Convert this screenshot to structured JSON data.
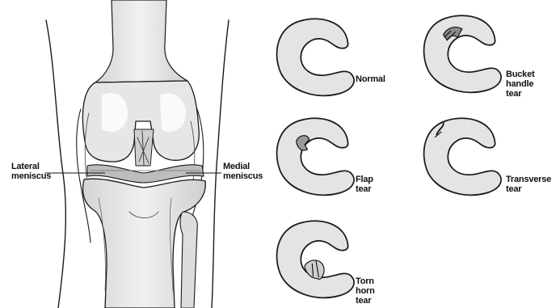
{
  "labels": {
    "lateral": [
      "Lateral",
      "meniscus"
    ],
    "medial": [
      "Medial",
      "meniscus"
    ],
    "normal": [
      "Normal"
    ],
    "bucket": [
      "Bucket",
      "handle",
      "tear"
    ],
    "flap": [
      "Flap",
      "tear"
    ],
    "transverse": [
      "Transverse",
      "tear"
    ],
    "torn_horn": [
      "Torn",
      "horn",
      "tear"
    ]
  }
}
